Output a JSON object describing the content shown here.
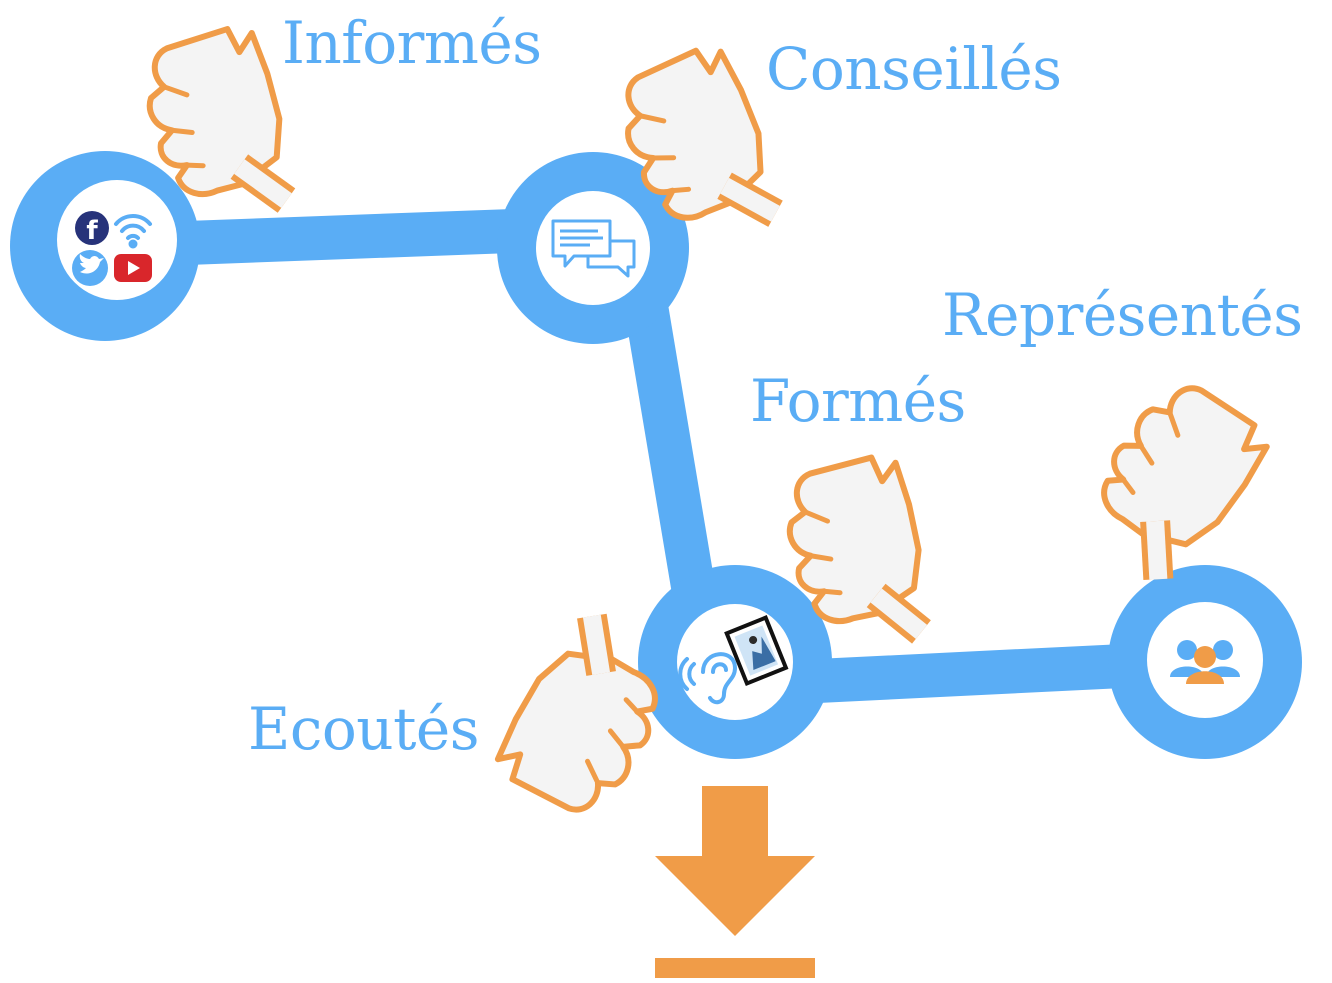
{
  "colors": {
    "track": "#5aadf5",
    "label": "#5aadf5",
    "hand_outline": "#f09c48",
    "hand_fill": "#f4f4f4",
    "arrow": "#f09c48",
    "node_inner": "#ffffff"
  },
  "labels": {
    "informes": "Informés",
    "conseilles": "Conseillés",
    "representes": "Représentés",
    "formes": "Formés",
    "ecoutes": "Ecoutés"
  },
  "nodes": [
    {
      "name": "node-informes",
      "icon": "social-media-icons"
    },
    {
      "name": "node-conseilles",
      "icon": "chat-bubbles-icon"
    },
    {
      "name": "node-ecoutes",
      "icon": "ear-and-photo-icon"
    },
    {
      "name": "node-representes",
      "icon": "group-people-icon"
    }
  ]
}
